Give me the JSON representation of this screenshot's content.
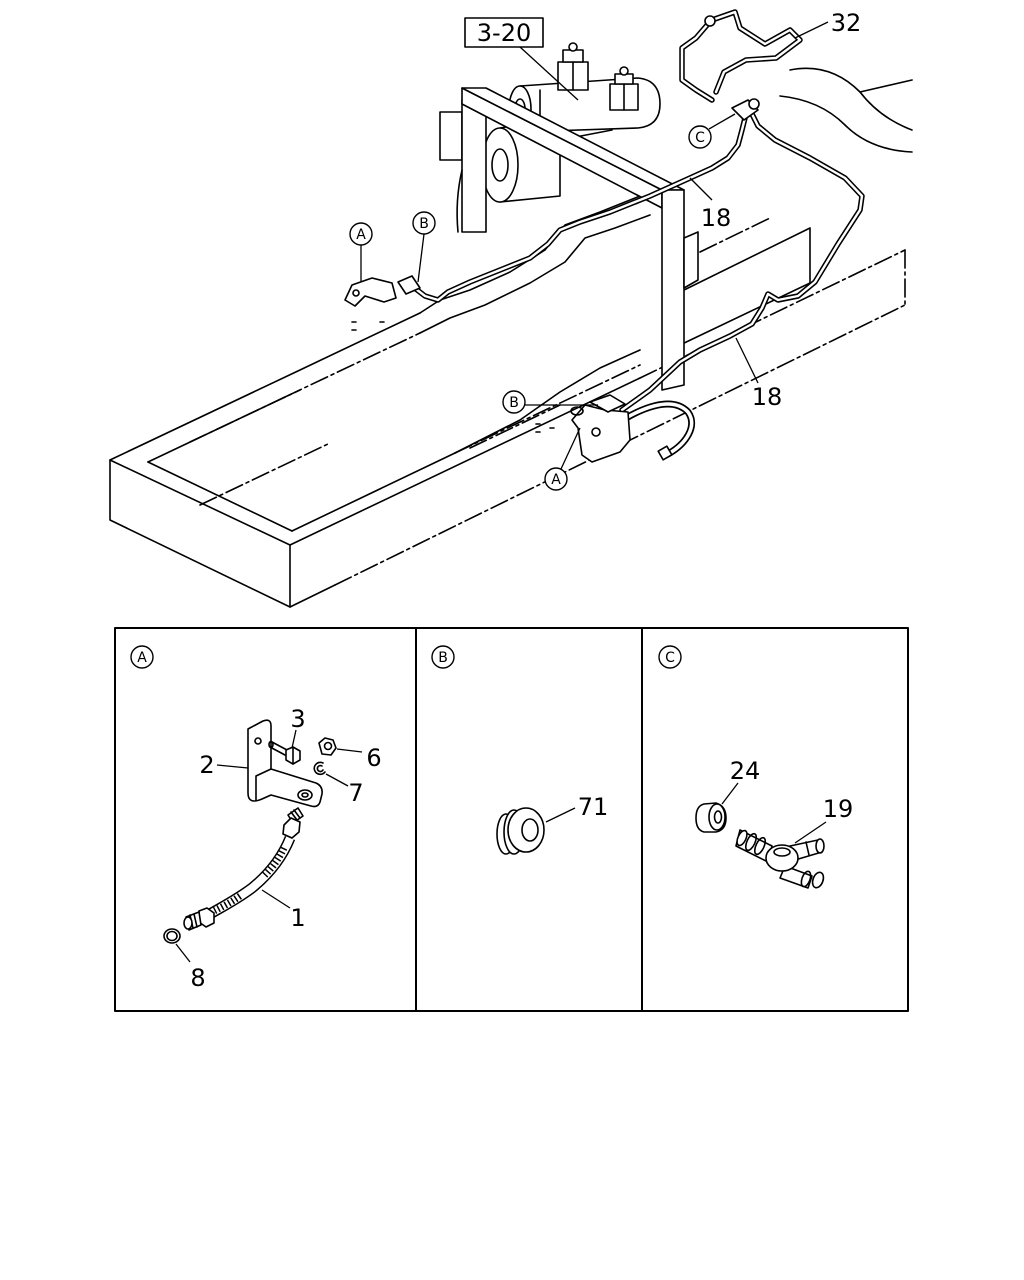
{
  "reference": "3-20",
  "callouts": [
    "32",
    "18",
    "18"
  ],
  "view_markers": [
    "A",
    "B",
    "C",
    "B",
    "A"
  ],
  "details": [
    {
      "marker": "A",
      "parts": [
        "3",
        "2",
        "6",
        "7",
        "1",
        "8"
      ]
    },
    {
      "marker": "B",
      "parts": [
        "71"
      ]
    },
    {
      "marker": "C",
      "parts": [
        "24",
        "19"
      ]
    }
  ]
}
